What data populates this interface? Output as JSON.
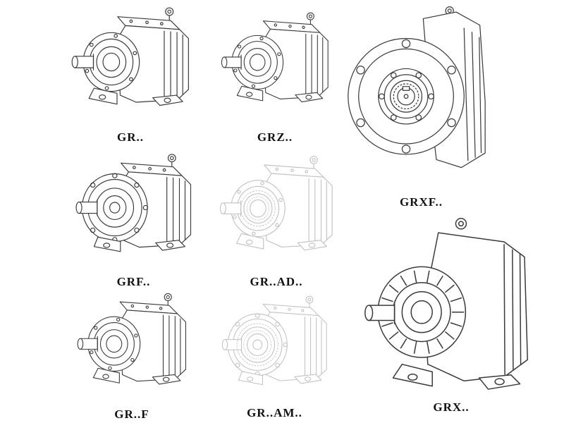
{
  "page": {
    "background": "#ffffff"
  },
  "colors": {
    "line": "#3a3a3a",
    "phantom_line": "#c2c2c2",
    "label_text": "#111111"
  },
  "figures": [
    {
      "id": "gr",
      "label": "GR..",
      "style": "solid",
      "drawing": "foot-mounted-helical-gear-unit"
    },
    {
      "id": "grz",
      "label": "GRZ..",
      "style": "solid",
      "drawing": "foot-mounted-helical-gear-unit"
    },
    {
      "id": "grxf",
      "label": "GRXF..",
      "style": "solid",
      "drawing": "flange-mounted-gear-unit-front-view"
    },
    {
      "id": "grf",
      "label": "GRF..",
      "style": "solid",
      "drawing": "flange-and-foot-gear-unit"
    },
    {
      "id": "grad",
      "label": "GR..AD..",
      "style": "phantom",
      "drawing": "gear-unit-with-input-adapter"
    },
    {
      "id": "grx",
      "label": "GRX..",
      "style": "solid",
      "drawing": "large-foot-mounted-gear-unit"
    },
    {
      "id": "grff",
      "label": "GR..F",
      "style": "solid",
      "drawing": "foot-mounted-helical-gear-unit"
    },
    {
      "id": "gram",
      "label": "GR..AM..",
      "style": "phantom",
      "drawing": "gear-unit-with-motor-adapter-flange"
    }
  ]
}
